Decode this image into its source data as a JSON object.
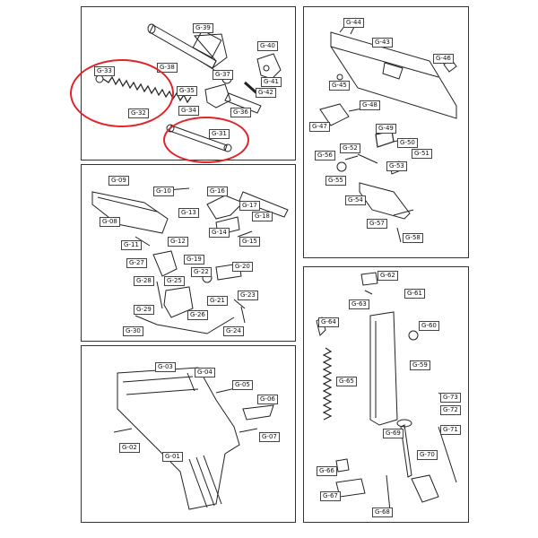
{
  "callout_color": "#e0262b",
  "panel_top_left": {
    "labels": [
      "G-39",
      "G-40",
      "G-33",
      "G-38",
      "G-37",
      "G-41",
      "G-35",
      "G-42",
      "G-34",
      "G-36",
      "G-32",
      "G-31"
    ],
    "highlighted": [
      "G-32",
      "G-31"
    ]
  },
  "panel_mid_left": {
    "labels": [
      "G-09",
      "G-10",
      "G-16",
      "G-17",
      "G-08",
      "G-13",
      "G-18",
      "G-14",
      "G-11",
      "G-12",
      "G-15",
      "G-19",
      "G-27",
      "G-22",
      "G-20",
      "G-28",
      "G-25",
      "G-21",
      "G-23",
      "G-29",
      "G-26",
      "G-30",
      "G-24"
    ]
  },
  "panel_bottom_left": {
    "labels": [
      "G-03",
      "G-04",
      "G-05",
      "G-06",
      "G-07",
      "G-02",
      "G-01"
    ]
  },
  "panel_top_right": {
    "labels": [
      "G-44",
      "G-43",
      "G-46",
      "G-45",
      "G-48",
      "G-47",
      "G-49",
      "G-50",
      "G-52",
      "G-56",
      "G-51",
      "G-53",
      "G-55",
      "G-54",
      "G-57",
      "G-58"
    ]
  },
  "panel_bottom_right": {
    "labels": [
      "G-62",
      "G-61",
      "G-63",
      "G-64",
      "G-60",
      "G-59",
      "G-65",
      "G-73",
      "G-72",
      "G-71",
      "G-69",
      "G-70",
      "G-66",
      "G-67",
      "G-68"
    ]
  }
}
